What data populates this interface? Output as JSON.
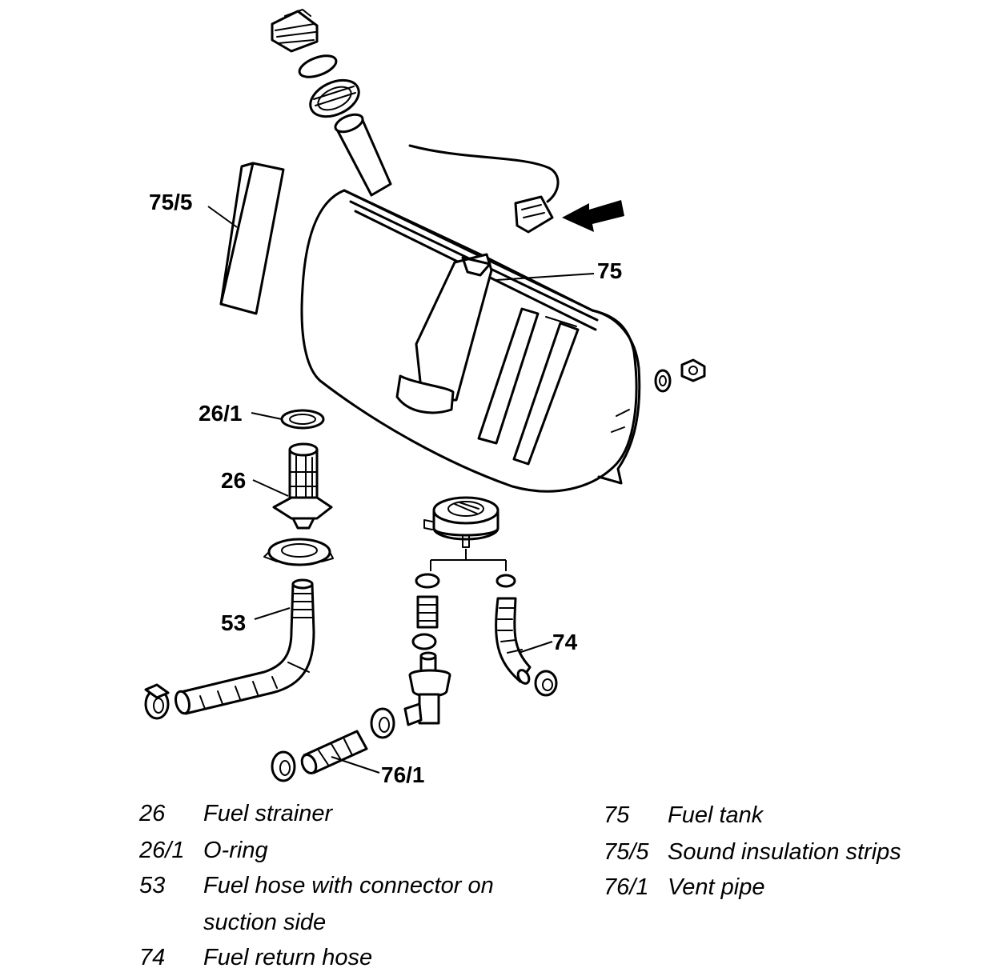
{
  "callouts": {
    "c75_5": "75/5",
    "c75": "75",
    "c26_1": "26/1",
    "c26": "26",
    "c53": "53",
    "c74": "74",
    "c76_1": "76/1"
  },
  "legend": [
    {
      "num": "26",
      "desc": "Fuel strainer"
    },
    {
      "num": "26/1",
      "desc": "O-ring"
    },
    {
      "num": "53",
      "desc": "Fuel hose with connector on",
      "desc2": "suction side"
    },
    {
      "num": "74",
      "desc": "Fuel return hose"
    },
    {
      "num": "75",
      "desc": "Fuel tank"
    },
    {
      "num": "75/5",
      "desc": "Sound insulation strips"
    },
    {
      "num": "76/1",
      "desc": "Vent pipe"
    }
  ]
}
